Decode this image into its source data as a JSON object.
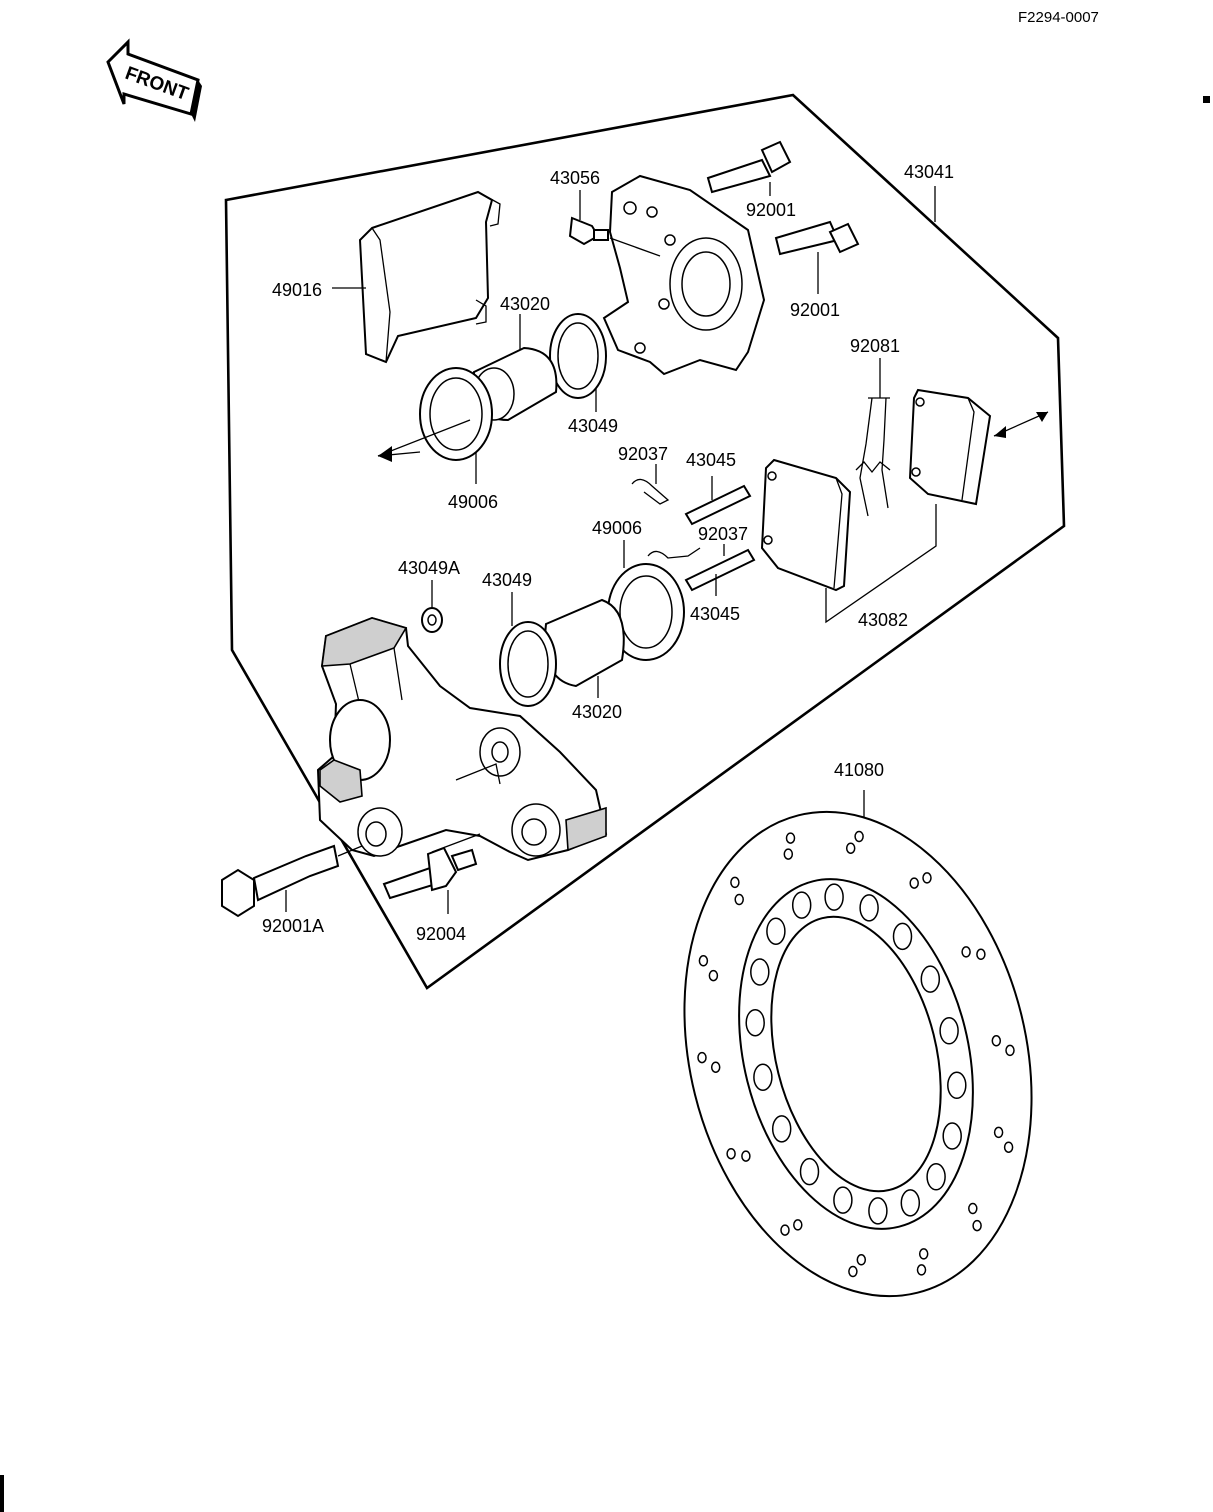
{
  "header": {
    "ref_code": "F2294-0007"
  },
  "front_arrow": {
    "label": "FRONT"
  },
  "parts": {
    "p43041": "43041",
    "p43056": "43056",
    "p92001_top": "92001",
    "p92001_mid": "92001",
    "p49016": "49016",
    "p43020_top": "43020",
    "p43049_top": "43049",
    "p49006_top": "49006",
    "p92081": "92081",
    "p92037_top": "92037",
    "p43045_top": "43045",
    "p92037_mid": "92037",
    "p49006_mid": "49006",
    "p43049A": "43049A",
    "p43049_mid": "43049",
    "p43045_mid": "43045",
    "p43082": "43082",
    "p43020_mid": "43020",
    "p41080": "41080",
    "p92001A": "92001A",
    "p92004": "92004"
  }
}
